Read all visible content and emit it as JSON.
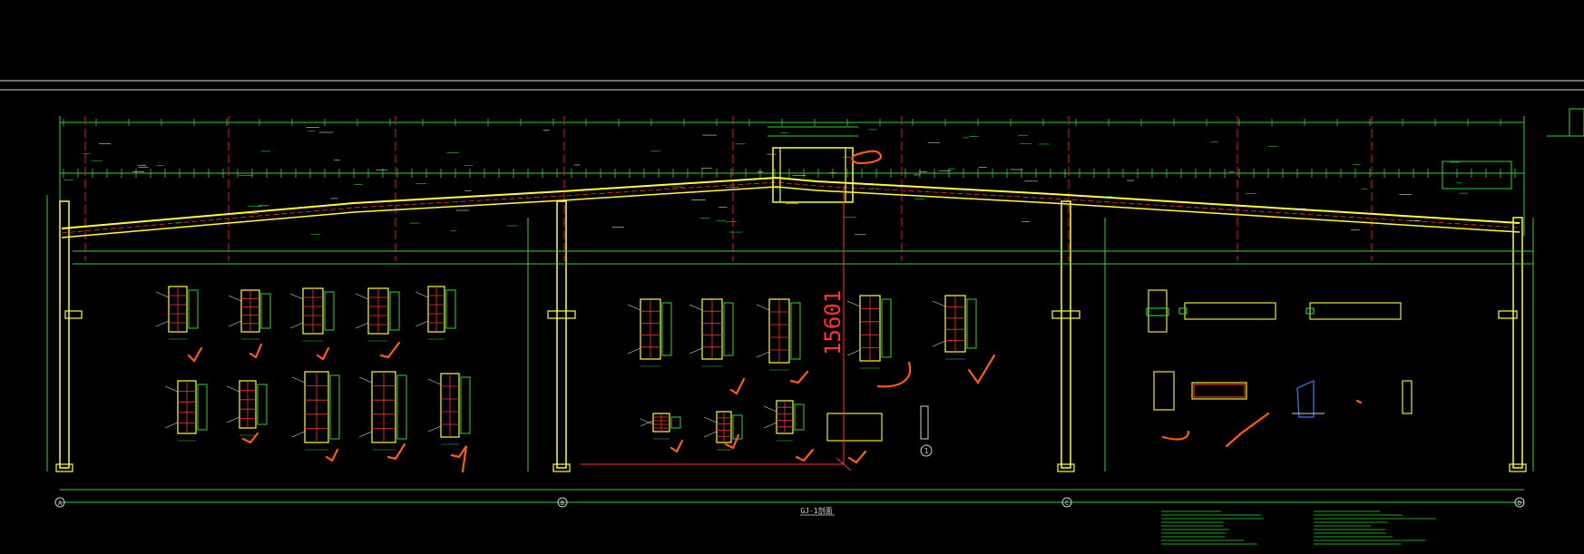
{
  "drawing": {
    "dimension_readout": "15601",
    "section_title": "GJ-1剖面",
    "axis_labels": [
      "A",
      "B",
      "C",
      "D"
    ],
    "callout_label": "1"
  },
  "colors": {
    "background": "#000000",
    "frame": "#ffff33",
    "dimension": "#2bd82b",
    "gridline": "#e01b1b",
    "markup": "#ff5a1a",
    "detail_rebar": "#ff3333",
    "text": "#c8e8c8",
    "accent": "#00c8ff"
  }
}
